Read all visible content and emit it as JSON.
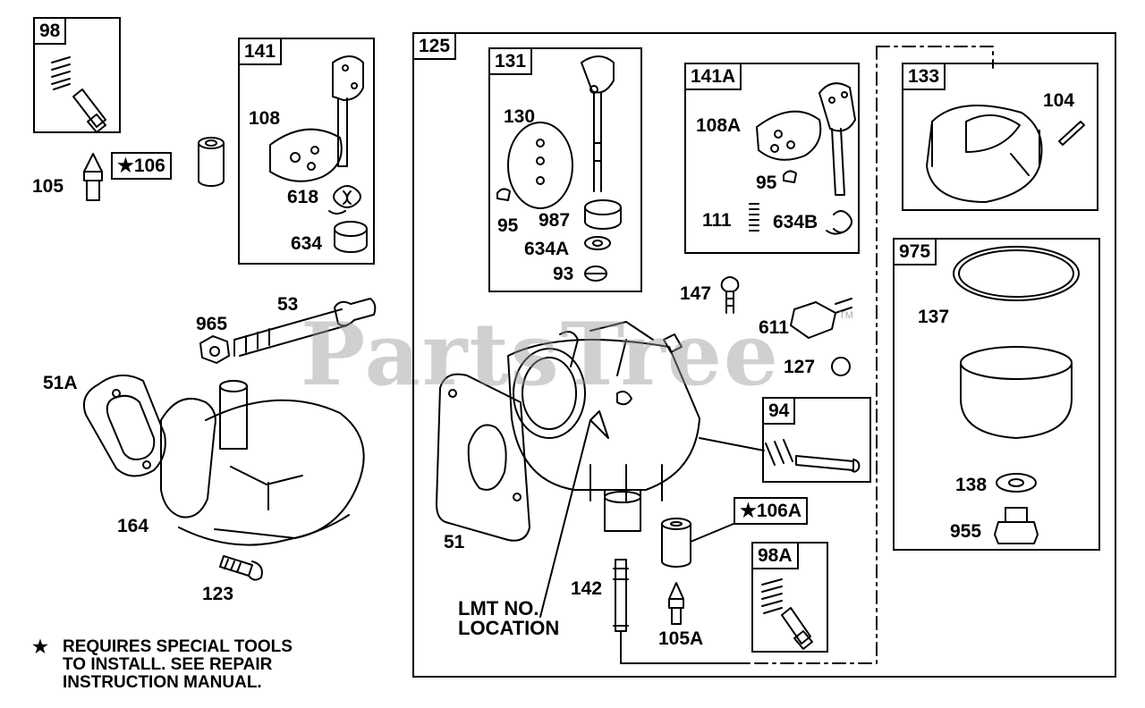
{
  "watermark": "PartsTree",
  "trademark": "TM",
  "note": {
    "star": "★",
    "lines": [
      "REQUIRES SPECIAL TOOLS",
      "TO INSTALL.  SEE REPAIR",
      "INSTRUCTION MANUAL."
    ]
  },
  "lmt": [
    "LMT NO.",
    "LOCATION"
  ],
  "boxes": {
    "b98": "98",
    "b141": "141",
    "b125": "125",
    "b131": "131",
    "b141A": "141A",
    "b133": "133",
    "b975": "975",
    "b94": "94",
    "b98A": "98A"
  },
  "tags": {
    "t106": "★106",
    "t106A": "★106A"
  },
  "labels": {
    "l105": "105",
    "l108": "108",
    "l618": "618",
    "l634": "634",
    "l965": "965",
    "l53": "53",
    "l51A": "51A",
    "l164": "164",
    "l123": "123",
    "l130": "130",
    "l95a": "95",
    "l987": "987",
    "l634A": "634A",
    "l93": "93",
    "l108A": "108A",
    "l95b": "95",
    "l111": "111",
    "l634B": "634B",
    "l104": "104",
    "l147": "147",
    "l611": "611",
    "l127": "127",
    "l137": "137",
    "l51": "51",
    "l138": "138",
    "l955": "955",
    "l142": "142",
    "l105A": "105A"
  }
}
